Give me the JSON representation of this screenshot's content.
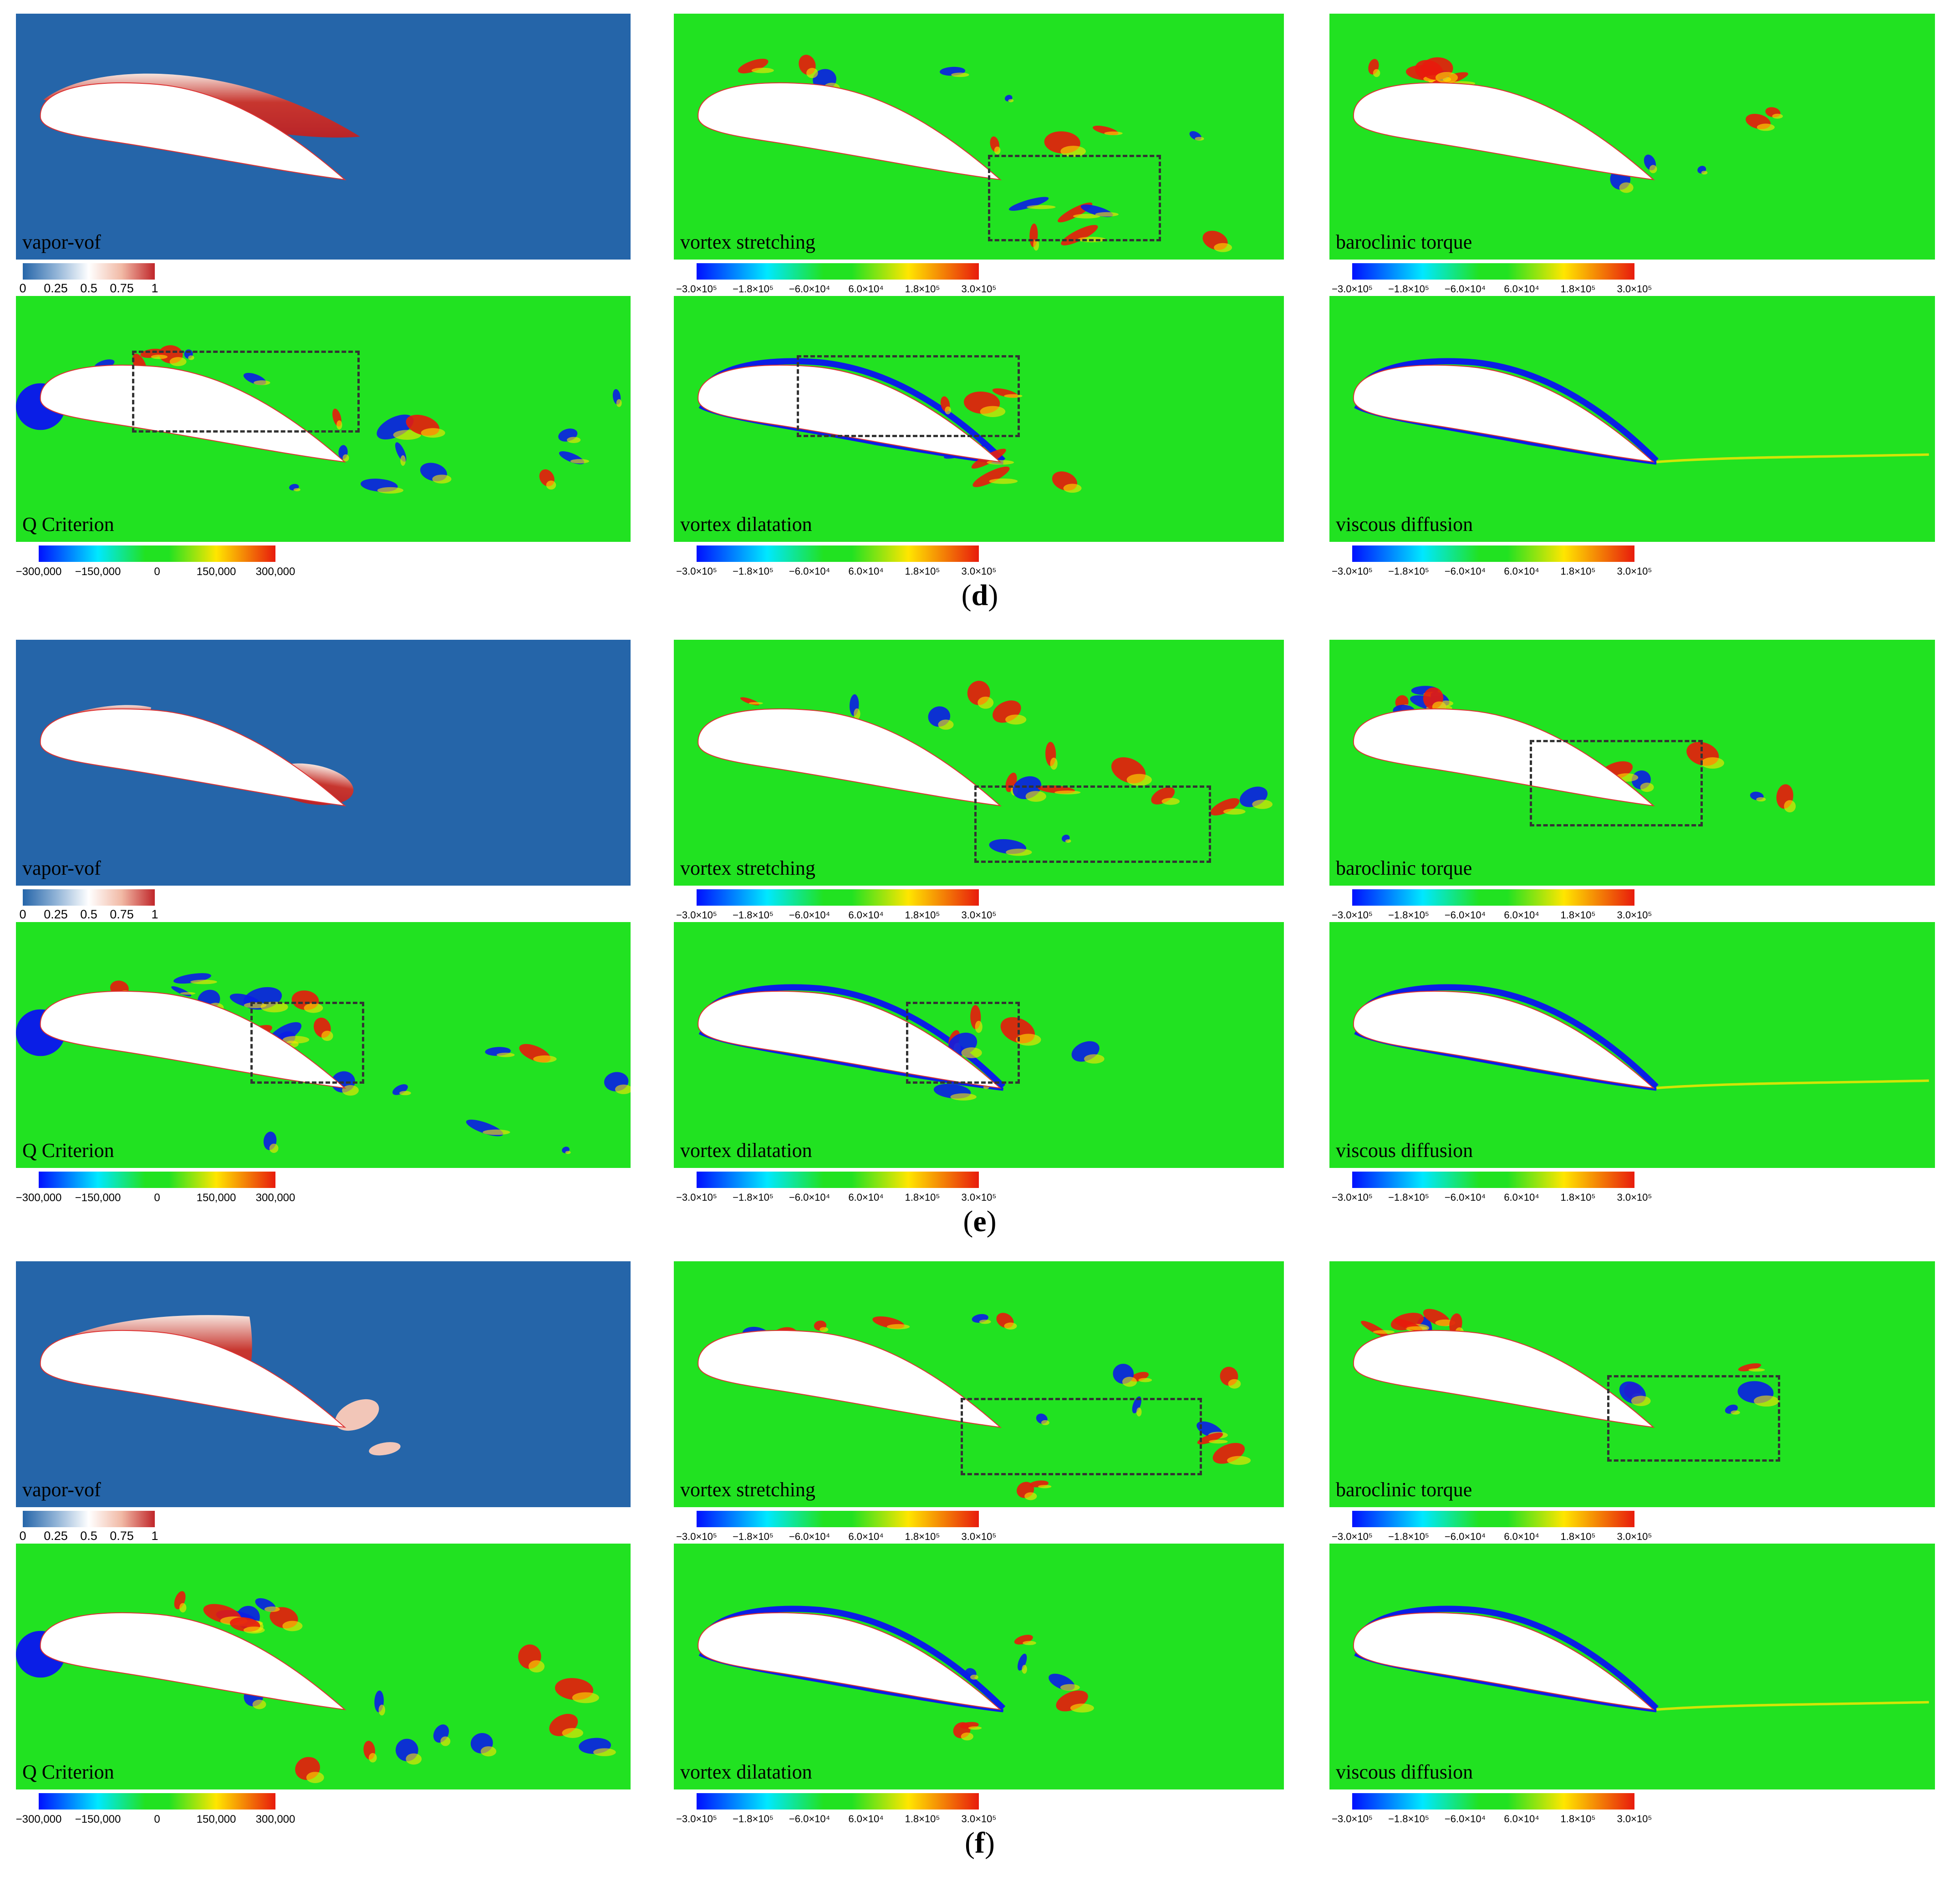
{
  "rows": [
    {
      "subfig": "d",
      "panels": {
        "vof": {
          "label": "vapor-vof"
        },
        "q": {
          "label": "Q Criterion"
        },
        "vs": {
          "label": "vortex stretching"
        },
        "vd": {
          "label": "vortex dilatation"
        },
        "bt": {
          "label": "baroclinic torque"
        },
        "vdif": {
          "label": "viscous diffusion"
        }
      }
    },
    {
      "subfig": "e",
      "panels": {
        "vof": {
          "label": "vapor-vof"
        },
        "q": {
          "label": "Q Criterion"
        },
        "vs": {
          "label": "vortex stretching"
        },
        "vd": {
          "label": "vortex dilatation"
        },
        "bt": {
          "label": "baroclinic torque"
        },
        "vdif": {
          "label": "viscous diffusion"
        }
      }
    },
    {
      "subfig": "f",
      "panels": {
        "vof": {
          "label": "vapor-vof"
        },
        "q": {
          "label": "Q Criterion"
        },
        "vs": {
          "label": "vortex stretching"
        },
        "vd": {
          "label": "vortex dilatation"
        },
        "bt": {
          "label": "baroclinic torque"
        },
        "vdif": {
          "label": "viscous diffusion"
        }
      }
    }
  ],
  "colorbars": {
    "vof": {
      "ticks": [
        "0",
        "0.25",
        "0.5",
        "0.75",
        "1"
      ],
      "values": [
        0,
        0.25,
        0.5,
        0.75,
        1
      ]
    },
    "q": {
      "ticks": [
        "−300,000",
        "−150,000",
        "0",
        "150,000",
        "300,000"
      ],
      "values": [
        -300000,
        -150000,
        0,
        150000,
        300000
      ]
    },
    "sci": {
      "ticks": [
        "−3.0×10⁵",
        "−1.8×10⁵",
        "−6.0×10⁴",
        "6.0×10⁴",
        "1.8×10⁵",
        "3.0×10⁵"
      ],
      "values": [
        -300000,
        -180000,
        -60000,
        60000,
        180000,
        300000
      ]
    }
  },
  "colors": {
    "vof_background": "#2565a9",
    "field_background": "#21e221",
    "positive_extreme": "#e81b0c",
    "negative_extreme": "#0a1ee6",
    "airfoil": "#ffffff",
    "highlight_box": "#333333"
  }
}
